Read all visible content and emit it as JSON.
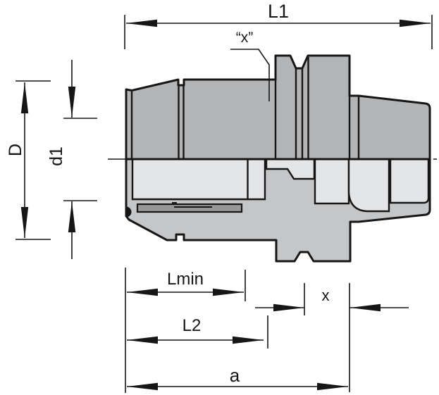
{
  "drawing": {
    "description": "Tool holder half-section technical drawing",
    "labels": {
      "l1": "L1",
      "x_ref": "“x”",
      "d": "D",
      "d1": "d1",
      "lmin": "Lmin",
      "l2": "L2",
      "x": "x",
      "a": "a"
    },
    "colors": {
      "body_upper": "#b2b4b6",
      "body_section": "#c5c6c8",
      "bore": "#e4e5e7",
      "slot": "#96989a",
      "line": "#161616",
      "background": "#ffffff"
    }
  }
}
